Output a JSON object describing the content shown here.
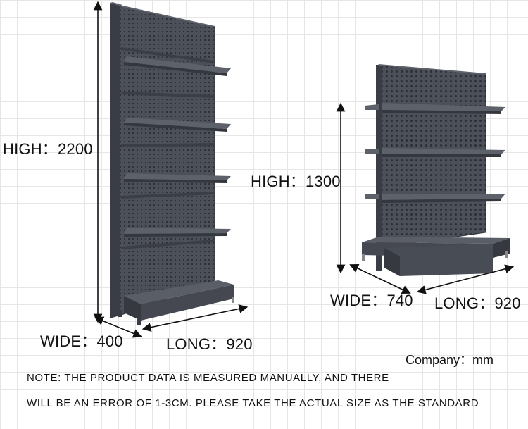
{
  "shelf_left": {
    "high": "HIGH：2200",
    "wide": "WIDE：400",
    "long": "LONG：920"
  },
  "shelf_right": {
    "high": "HIGH：1300",
    "wide": "WIDE：740",
    "long": "LONG：920"
  },
  "units": "Company：mm",
  "note": {
    "line1": "NOTE: THE PRODUCT DATA IS MEASURED MANUALLY, AND THERE",
    "line2": "WILL BE AN ERROR OF 1-3CM. PLEASE TAKE THE ACTUAL SIZE AS THE STANDARD"
  },
  "colors": {
    "shelf": "#4a4e57",
    "shelf_dark": "#363941",
    "shelf_light": "#5f636c",
    "hole": "#2c2f35",
    "arrow": "#111111"
  }
}
